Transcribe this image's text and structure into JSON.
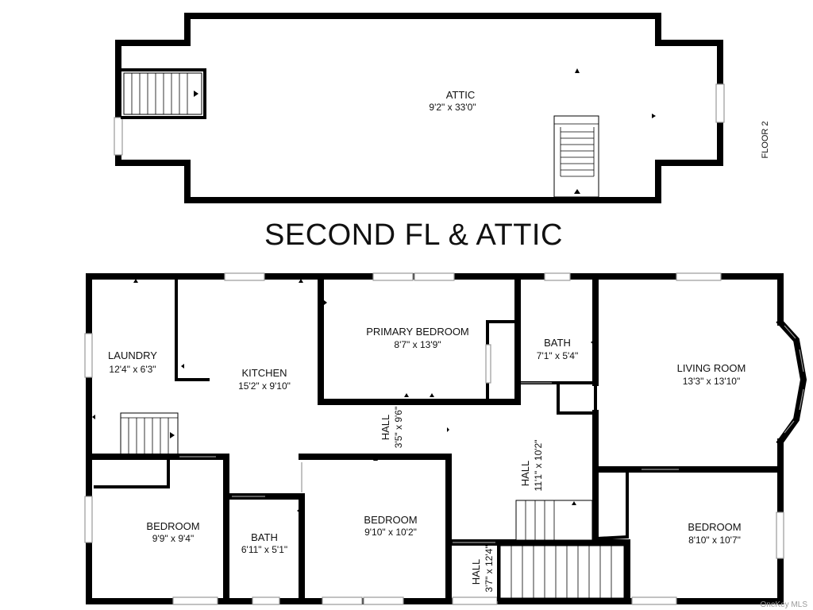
{
  "floor_tag": "FLOOR 2",
  "heading": "SECOND FL & ATTIC",
  "watermark": "OneKey MLS",
  "rooms": {
    "attic": {
      "name": "ATTIC",
      "dims": "9'2\" x 33'0\""
    },
    "primary": {
      "name": "PRIMARY BEDROOM",
      "dims": "8'7\" x 13'9\""
    },
    "bath_top": {
      "name": "BATH",
      "dims": "7'1\" x 5'4\""
    },
    "laundry": {
      "name": "LAUNDRY",
      "dims": "12'4\" x 6'3\""
    },
    "kitchen": {
      "name": "KITCHEN",
      "dims": "15'2\" x 9'10\""
    },
    "living": {
      "name": "LIVING ROOM",
      "dims": "13'3\" x 13'10\""
    },
    "hall_mid": {
      "name": "HALL",
      "dims": "3'5\" x 9'6\""
    },
    "hall_right": {
      "name": "HALL",
      "dims": "11'1\" x 10'2\""
    },
    "hall_low": {
      "name": "HALL",
      "dims": "3'7\" x 12'4\""
    },
    "bed_left": {
      "name": "BEDROOM",
      "dims": "9'9\" x 9'4\""
    },
    "bath_low": {
      "name": "BATH",
      "dims": "6'11\" x 5'1\""
    },
    "bed_mid": {
      "name": "BEDROOM",
      "dims": "9'10\" x 10'2\""
    },
    "bed_right": {
      "name": "BEDROOM",
      "dims": "8'10\" x 10'7\""
    }
  }
}
